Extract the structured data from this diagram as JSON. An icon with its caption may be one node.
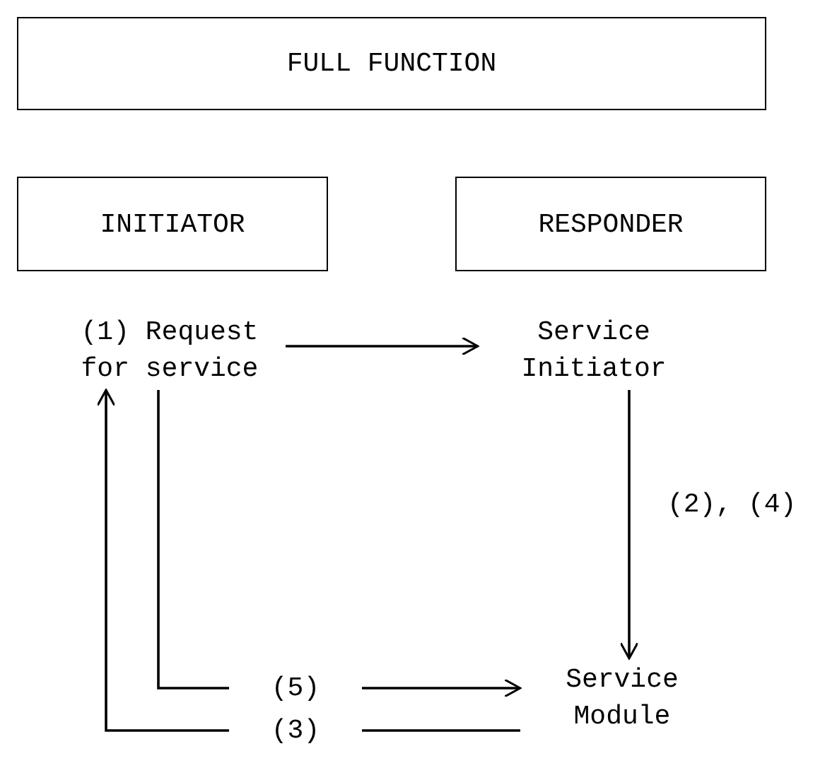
{
  "diagram": {
    "nodes": [
      {
        "text": [
          "FULL FUNCTION"
        ]
      },
      {
        "text": [
          "INITIATOR"
        ]
      },
      {
        "text": [
          "RESPONDER"
        ]
      },
      {
        "text": [
          "(1) Request for service"
        ]
      },
      {
        "text": [
          "Service Initiator"
        ]
      },
      {
        "text": [
          "Service Module"
        ]
      }
    ],
    "edges": [
      {
        "from": 3,
        "to": 4,
        "arrow": "to"
      },
      {
        "from": 4,
        "to": 5,
        "arrow": "to",
        "label": "(2), (4)"
      },
      {
        "from": 3,
        "to": 5,
        "arrow": "to",
        "label": "(5)"
      },
      {
        "from": 5,
        "to": 3,
        "arrow": "to",
        "label": "(3)"
      }
    ]
  }
}
